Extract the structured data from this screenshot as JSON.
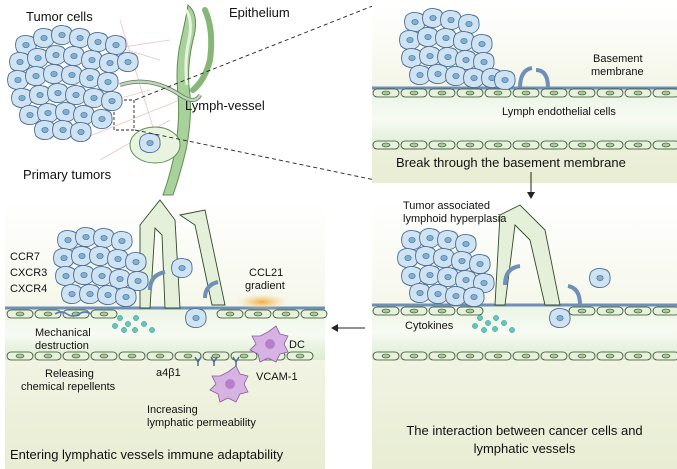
{
  "overview": {
    "tumor_cells": "Tumor cells",
    "epithelium": "Epithelium",
    "lymph_vessel": "Lymph-vessel",
    "primary_tumors": "Primary tumors"
  },
  "panel_top_right": {
    "basement_membrane_line1": "Basement",
    "basement_membrane_line2": "membrane",
    "lymph_endothelial": "Lymph endothelial cells",
    "caption": "Break through the basement membrane"
  },
  "panel_bottom_right": {
    "hyperplasia_line1": "Tumor associated",
    "hyperplasia_line2": "lymphoid hyperplasia",
    "cytokines": "Cytokines",
    "caption_line1": "The interaction between cancer cells and",
    "caption_line2": "lymphatic vessels"
  },
  "panel_bottom_left": {
    "ccr7": "CCR7",
    "cxcr3": "CXCR3",
    "cxcr4": "CXCR4",
    "ccl21_line1": "CCL21",
    "ccl21_line2": "gradient",
    "mechanical_line1": "Mechanical",
    "mechanical_line2": "destruction",
    "dc": "DC",
    "releasing_line1": "Releasing",
    "releasing_line2": "chemical repellents",
    "integrin": "a4β1",
    "vcam": "VCAM-1",
    "permeability_line1": "Increasing",
    "permeability_line2": "lymphatic permeability",
    "caption": "Entering lymphatic vessels immune adaptability"
  },
  "colors": {
    "cell_fill": "#cfe3f2",
    "cell_stroke": "#4d6f93",
    "vessel_green": "#d9ead0",
    "membrane_blue": "#6f8fb8",
    "cytokine": "#5fc7c0",
    "dc_purple": "#c9a3d9",
    "ccl21_orange": "#f3b24a"
  }
}
